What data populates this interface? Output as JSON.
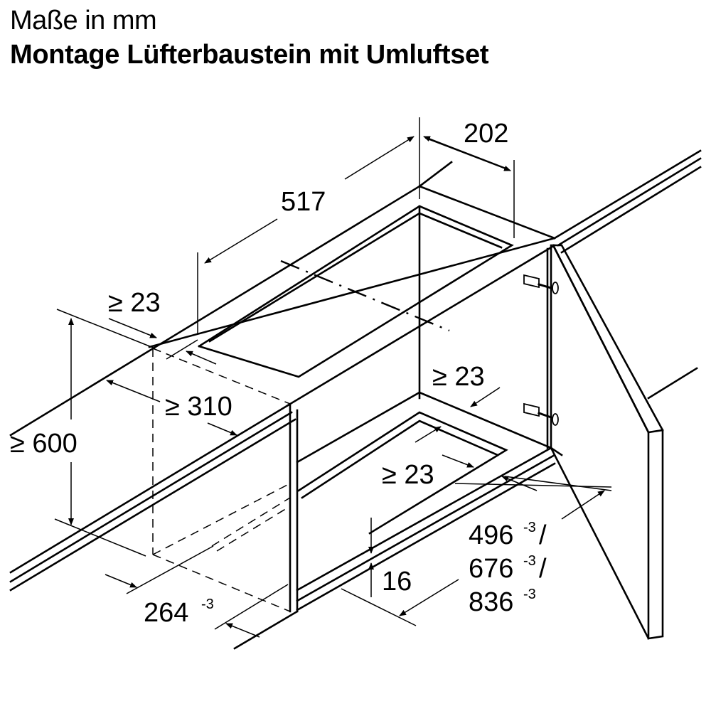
{
  "header": {
    "units_label": "Maße in mm",
    "title": "Montage Lüfterbaustein mit Umluftset"
  },
  "diagram": {
    "type": "isometric installation drawing",
    "components": [
      "worktop",
      "base cabinet",
      "fan module cut-out",
      "plinth opening",
      "cabinet door",
      "door hinges"
    ],
    "dimensions": {
      "cutout_length": "517",
      "cutout_width": "202",
      "edge_clearance_top": "≥ 23",
      "worktop_depth": "≥ 310",
      "height": "≥ 600",
      "edge_clearance_back": "≥ 23",
      "edge_clearance_bottom": "≥ 23",
      "plinth_gap": "16",
      "depth_value": "264",
      "depth_tolerance": "-3",
      "width_options": [
        {
          "value": "496",
          "tolerance": "-3",
          "separator": "/"
        },
        {
          "value": "676",
          "tolerance": "-3",
          "separator": "/"
        },
        {
          "value": "836",
          "tolerance": "-3",
          "separator": ""
        }
      ]
    },
    "colors": {
      "line": "#000000",
      "background": "#ffffff"
    }
  }
}
